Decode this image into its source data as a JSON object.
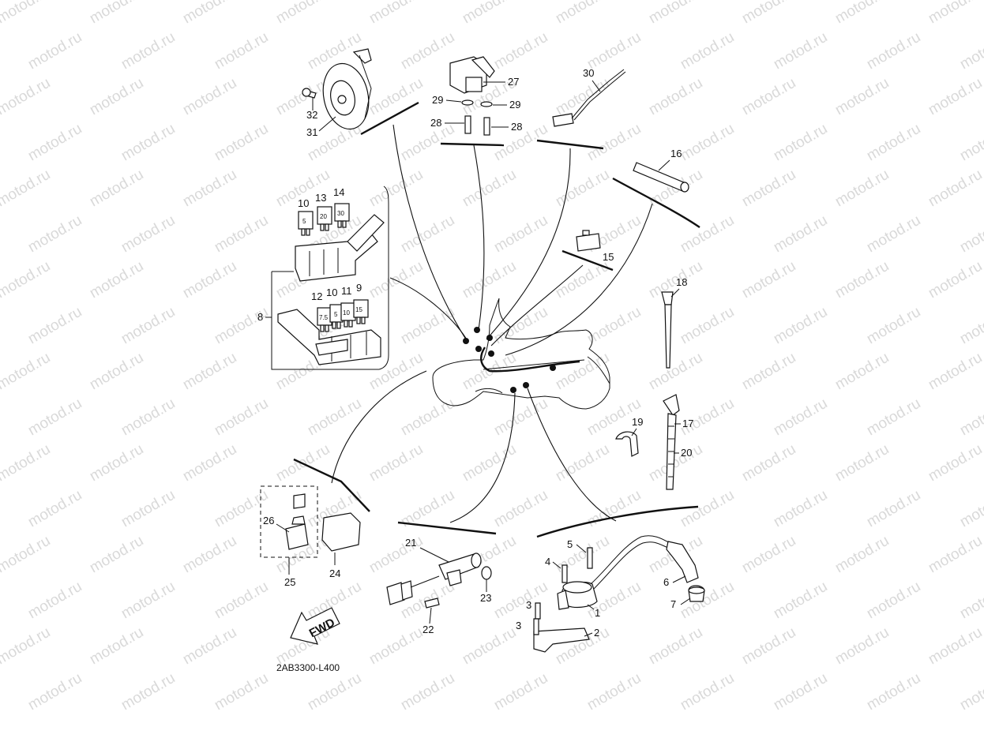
{
  "watermark": "motod.ru",
  "drawing_code": "2AB3300-L400",
  "fwd_label": "FWD",
  "callouts": {
    "c1": "1",
    "c2": "2",
    "c3a": "3",
    "c3b": "3",
    "c4": "4",
    "c5": "5",
    "c6": "6",
    "c7": "7",
    "c8": "8",
    "c9": "9",
    "c10a": "10",
    "c10b": "10",
    "c11": "11",
    "c12": "12",
    "c13": "13",
    "c14": "14",
    "c15": "15",
    "c16": "16",
    "c17": "17",
    "c18": "18",
    "c19": "19",
    "c20": "20",
    "c21": "21",
    "c22": "22",
    "c23": "23",
    "c24": "24",
    "c25": "25",
    "c26": "26",
    "c27": "27",
    "c28a": "28",
    "c28b": "28",
    "c29a": "29",
    "c29b": "29",
    "c30": "30",
    "c31": "31",
    "c32": "32"
  },
  "fuse_ratings": {
    "f10a": "5",
    "f13": "20",
    "f14": "30",
    "f12": "7.5",
    "f10b": "5",
    "f11": "10",
    "f9": "15"
  }
}
